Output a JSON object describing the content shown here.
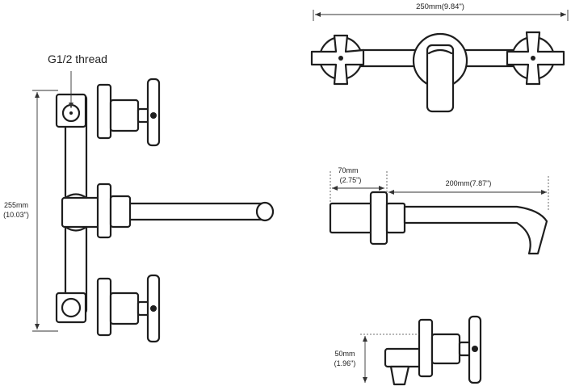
{
  "labels": {
    "thread": "G1/2 thread",
    "height_mm": "255mm",
    "height_in": "(10.03\")",
    "width": "250mm(9.84\")",
    "depth_mm": "70mm",
    "depth_in": "(2.75\")",
    "spout": "200mm(7.87\")",
    "body_mm": "50mm",
    "body_in": "(1.96\")"
  }
}
